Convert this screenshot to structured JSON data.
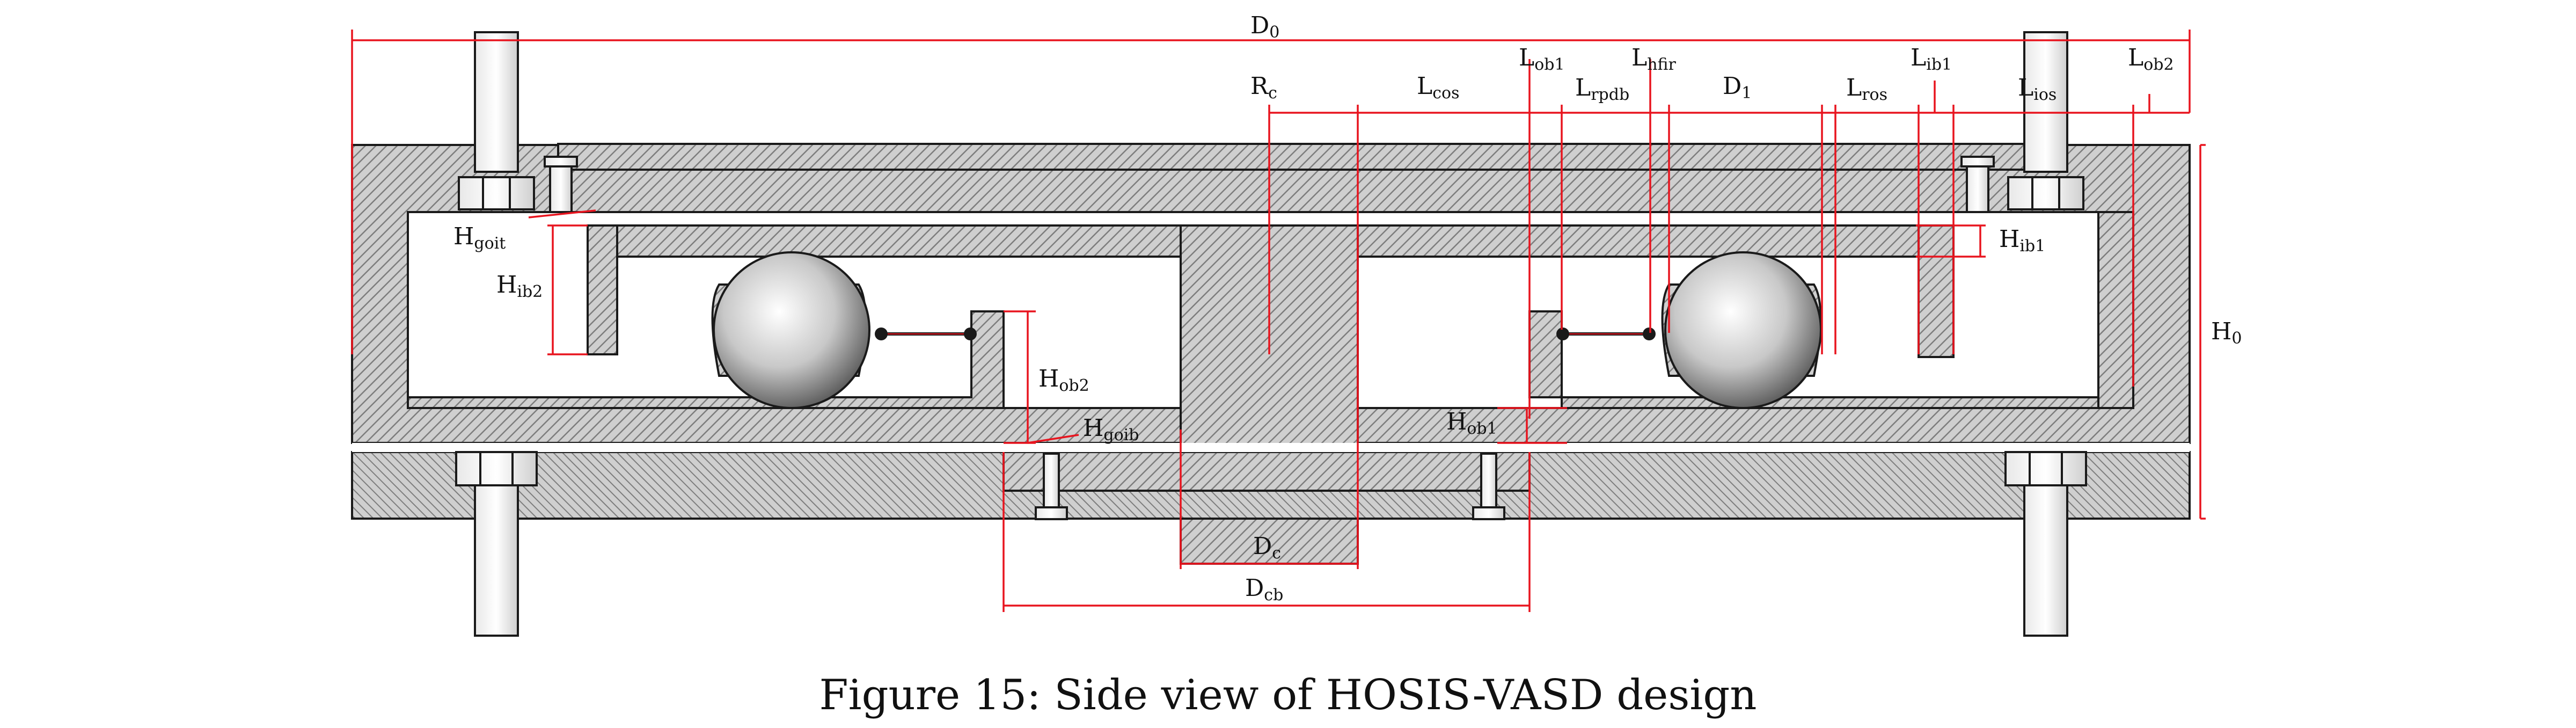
{
  "figure": {
    "caption": "Figure 15: Side view of HOSIS-VASD design"
  },
  "colors": {
    "dimension_line": "#e8141e",
    "outline": "#1a1a1a",
    "hatch_fill": "#c9c9c9",
    "hatch_line": "#8a8a8a",
    "background": "#ffffff"
  },
  "labels": {
    "D0": {
      "main": "D",
      "sub": "0"
    },
    "Rc": {
      "main": "R",
      "sub": "c"
    },
    "Lcos": {
      "main": "L",
      "sub": "cos"
    },
    "Lob1": {
      "main": "L",
      "sub": "ob1"
    },
    "Lrpdb": {
      "main": "L",
      "sub": "rpdb"
    },
    "Lhfir": {
      "main": "L",
      "sub": "hfir"
    },
    "D1": {
      "main": "D",
      "sub": "1"
    },
    "Lros": {
      "main": "L",
      "sub": "ros"
    },
    "Lib1": {
      "main": "L",
      "sub": "ib1"
    },
    "Lios": {
      "main": "L",
      "sub": "ios"
    },
    "Lob2": {
      "main": "L",
      "sub": "ob2"
    },
    "H0": {
      "main": "H",
      "sub": "0"
    },
    "Hgoit": {
      "main": "H",
      "sub": "goit"
    },
    "Hib2": {
      "main": "H",
      "sub": "ib2"
    },
    "Hib1": {
      "main": "H",
      "sub": "ib1"
    },
    "Hob2": {
      "main": "H",
      "sub": "ob2"
    },
    "Hgoib": {
      "main": "H",
      "sub": "goib"
    },
    "Hob1": {
      "main": "H",
      "sub": "ob1"
    },
    "Dc": {
      "main": "D",
      "sub": "c"
    },
    "Dcb": {
      "main": "D",
      "sub": "cb"
    }
  }
}
